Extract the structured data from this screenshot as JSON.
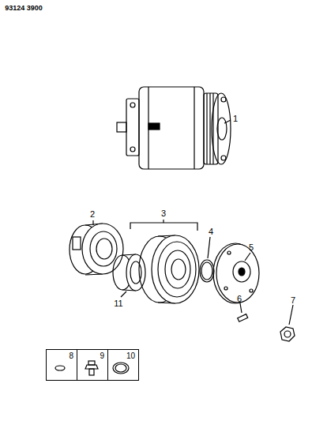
{
  "diagram": {
    "nodes": [
      {
        "text": [
          "8"
        ]
      },
      {
        "text": [
          "9"
        ]
      },
      {
        "text": [
          "10"
        ]
      }
    ],
    "labels": [
      "93124 3900",
      "1",
      "2",
      "3",
      "4",
      "5",
      "6",
      "7",
      "11"
    ]
  }
}
